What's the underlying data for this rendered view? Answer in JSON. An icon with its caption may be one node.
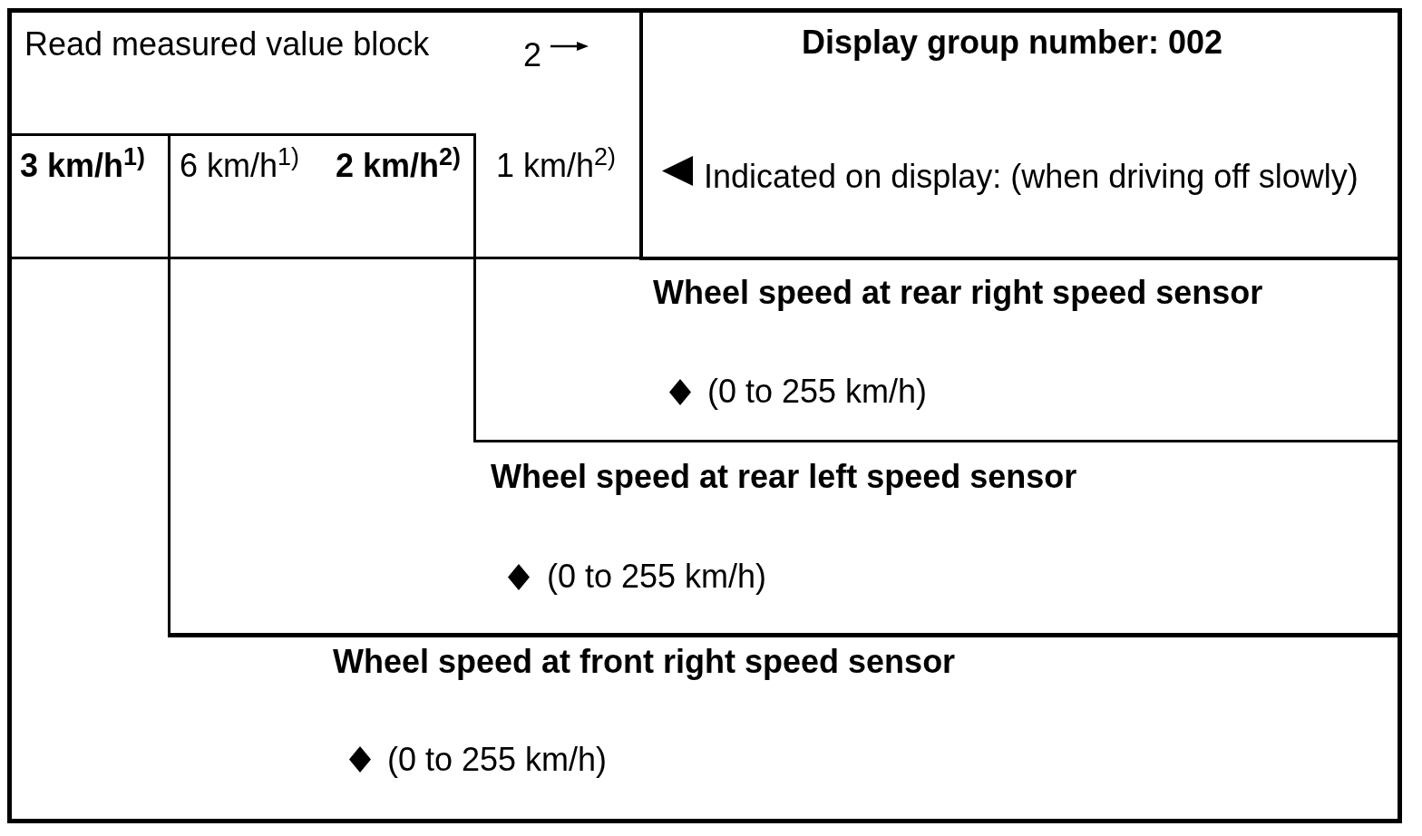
{
  "diagram": {
    "nodes": [
      {
        "text": [
          "Read measured value block",
          "2"
        ]
      },
      {
        "text": [
          "Display group number: 002",
          "Indicated on display: (when driving off slowly)"
        ],
        "in": 0
      },
      {
        "text": [
          "3 km/h$^{1)}$"
        ],
        "in": 0
      },
      {
        "text": [
          "6 km/h$^{1)}$",
          "2 km/h$^{2)}$"
        ],
        "in": 0
      },
      {
        "text": [
          "1 km/h$^{2)}$"
        ],
        "in": 0
      },
      {
        "text": [
          "Wheel speed at rear right speed sensor",
          "(0 to 255 km/h)"
        ],
        "in": 0
      },
      {
        "text": [
          "Wheel speed at rear left speed sensor",
          "(0 to 255 km/h)"
        ],
        "in": 0
      },
      {
        "text": [
          "Wheel speed at front right speed sensor",
          "(0 to 255 km/h)"
        ],
        "in": 0
      }
    ]
  }
}
